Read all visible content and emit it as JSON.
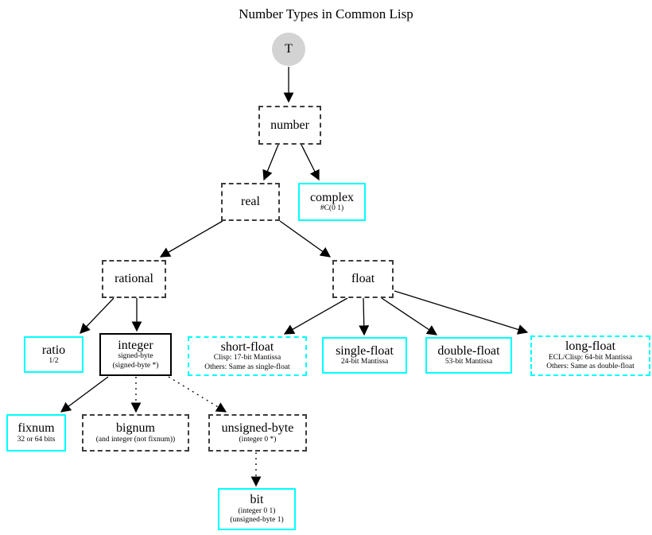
{
  "title": "Number Types in Common Lisp",
  "colors": {
    "highlight_border": "#00ffff",
    "dashed_border": "#3d3d3d",
    "solid_border": "#000000",
    "root_fill": "#d3d3d3"
  },
  "nodes": {
    "t": {
      "label": "T"
    },
    "number": {
      "label": "number"
    },
    "real": {
      "label": "real"
    },
    "complex": {
      "label": "complex",
      "sub1": "#C(0 1)"
    },
    "rational": {
      "label": "rational"
    },
    "float": {
      "label": "float"
    },
    "ratio": {
      "label": "ratio",
      "sub1": "1/2"
    },
    "integer": {
      "label": "integer",
      "sub1": "signed-byte",
      "sub2": "(signed-byte *)"
    },
    "short_float": {
      "label": "short-float",
      "sub1": "Clisp: 17-bit Mantissa",
      "sub2": "Others: Same as single-float"
    },
    "single_float": {
      "label": "single-float",
      "sub1": "24-bit Mantissa"
    },
    "double_float": {
      "label": "double-float",
      "sub1": "53-bit Mantissa"
    },
    "long_float": {
      "label": "long-float",
      "sub1": "ECL/Clisp: 64-bit Mantissa",
      "sub2": "Others: Same as double-float"
    },
    "fixnum": {
      "label": "fixnum",
      "sub1": "32 or 64 bits"
    },
    "bignum": {
      "label": "bignum",
      "sub1": "(and integer (not fixnum))"
    },
    "unsigned_byte": {
      "label": "unsigned-byte",
      "sub1": "(integer 0 *)"
    },
    "bit": {
      "label": "bit",
      "sub1": "(integer 0 1)",
      "sub2": "(unsigned-byte 1)"
    }
  },
  "edges": [
    {
      "from": "T",
      "to": "number",
      "style": "solid"
    },
    {
      "from": "number",
      "to": "real",
      "style": "solid"
    },
    {
      "from": "number",
      "to": "complex",
      "style": "solid"
    },
    {
      "from": "real",
      "to": "rational",
      "style": "solid"
    },
    {
      "from": "real",
      "to": "float",
      "style": "solid"
    },
    {
      "from": "rational",
      "to": "ratio",
      "style": "solid"
    },
    {
      "from": "rational",
      "to": "integer",
      "style": "solid"
    },
    {
      "from": "float",
      "to": "short-float",
      "style": "solid"
    },
    {
      "from": "float",
      "to": "single-float",
      "style": "solid"
    },
    {
      "from": "float",
      "to": "double-float",
      "style": "solid"
    },
    {
      "from": "float",
      "to": "long-float",
      "style": "solid"
    },
    {
      "from": "integer",
      "to": "fixnum",
      "style": "solid"
    },
    {
      "from": "integer",
      "to": "bignum",
      "style": "dotted"
    },
    {
      "from": "integer",
      "to": "unsigned-byte",
      "style": "dotted"
    },
    {
      "from": "unsigned-byte",
      "to": "bit",
      "style": "dotted"
    }
  ]
}
